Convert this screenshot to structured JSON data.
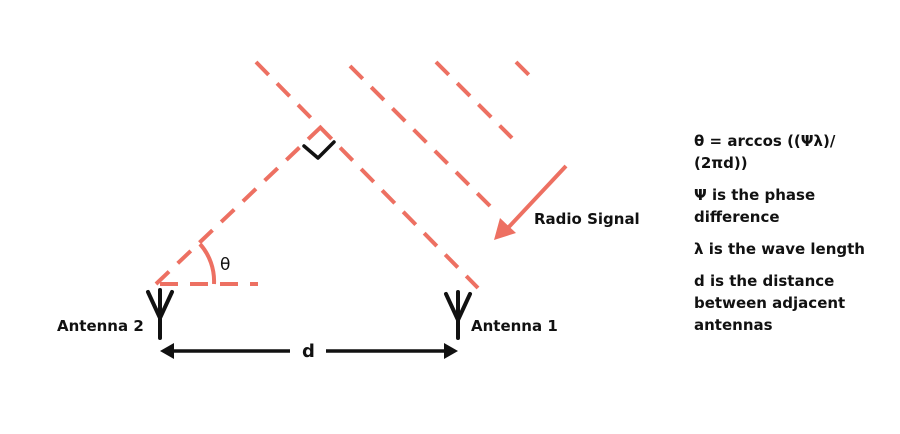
{
  "diagram": {
    "labels": {
      "antenna_2": "Antenna 2",
      "antenna_1": "Antenna 1",
      "distance": "d",
      "angle": "θ",
      "radio_signal": "Radio Signal"
    },
    "colors": {
      "wavefront": "#ed7062",
      "ink": "#111111"
    }
  },
  "legend": {
    "formula_1": "θ = arccos ((Ψλ)/",
    "formula_2": "(2πd))",
    "phase": "Ψ is the phase difference",
    "wavelength": "λ is the wave length",
    "distance": "d is the distance between adjacent antennas"
  }
}
